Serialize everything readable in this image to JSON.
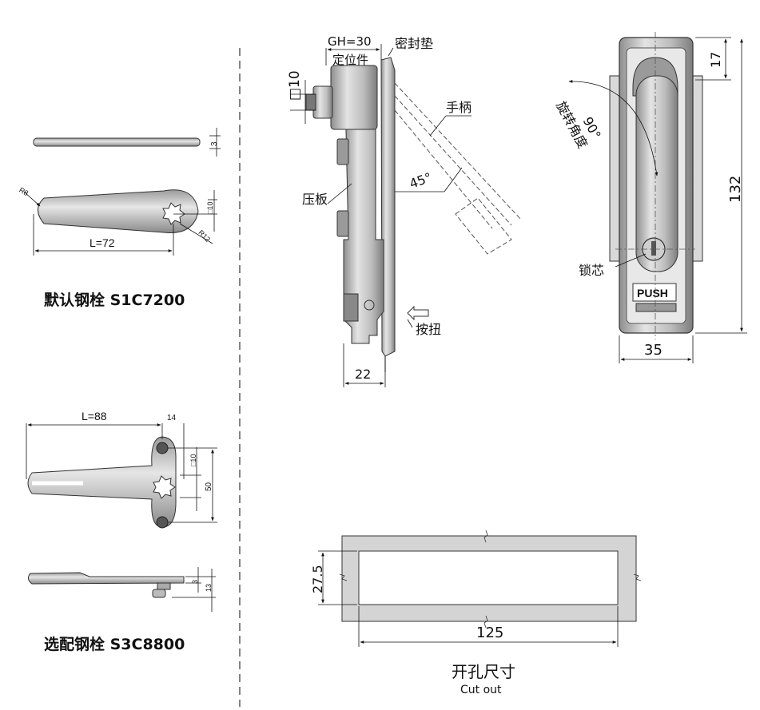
{
  "left_panel": {
    "default_cam": {
      "thickness": "3",
      "radius_left": "R8",
      "radius_right": "R12",
      "square": "□10",
      "length": "L=72",
      "caption": "默认钢栓 S1C7200"
    },
    "optional_cam": {
      "length": "L=88",
      "offset": "14",
      "square": "□10",
      "height": "50",
      "thickness": "3",
      "total_height": "13",
      "caption": "选配钢栓 S3C8800"
    }
  },
  "side_view": {
    "grip_range": "GH=30",
    "gasket": "密封垫",
    "locator": "定位件",
    "square_drive": "□10",
    "handle": "手柄",
    "angle": "45°",
    "clamp_plate": "压板",
    "push_button": "按扭",
    "depth": "22"
  },
  "front_view": {
    "height_top": "17",
    "rotation_angle": "90°",
    "rotation_label": "旋转角度",
    "total_height": "132",
    "lock_core": "锁芯",
    "push_text": "PUSH",
    "width": "35"
  },
  "cutout": {
    "height": "27.5",
    "width": "125",
    "title": "开孔尺寸",
    "subtitle": "Cut out"
  }
}
